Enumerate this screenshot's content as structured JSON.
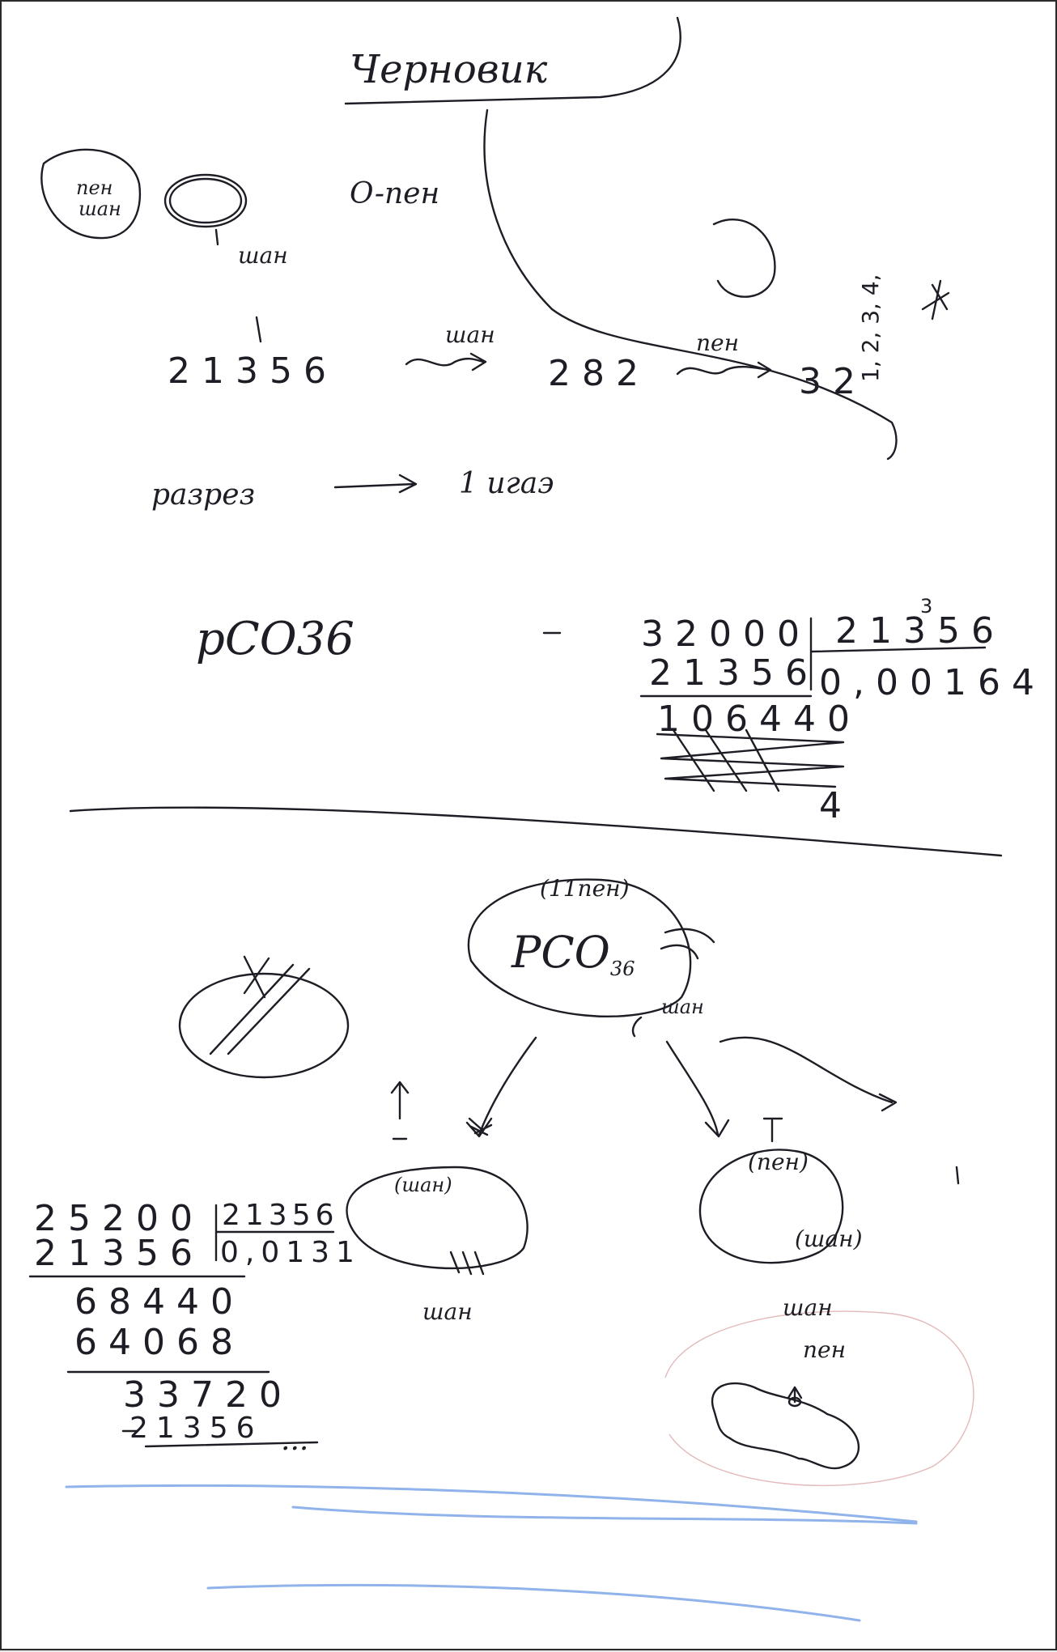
{
  "heading": "Черновик",
  "top": {
    "circle_label_1": "пен",
    "circle_label_2": "шан",
    "arrow_label": "шан",
    "o_pen": "O-пен",
    "sequence": {
      "n1": "21356",
      "arrow1_label": "шан",
      "n2": "282",
      "arrow2_label": "пен",
      "n3": "32"
    },
    "side_list": "1, 2, 3, 4,",
    "razrez": "разрез",
    "razrez_result": "1 игаэ",
    "pco36": "pCO36",
    "division_1": {
      "dividend": "32000",
      "divisor": "21356",
      "minuend": "21356",
      "quotient": "0,00164",
      "remainder": "106440",
      "tail_digit": "4",
      "superscript": "3"
    }
  },
  "bottom": {
    "center_circle": {
      "formula_main": "PCO",
      "formula_sub": "36",
      "top_label": "(11пен)",
      "side_label": "шан"
    },
    "left_child": {
      "top_label": "(шан)",
      "below_label": "шан"
    },
    "right_child": {
      "top_label": "(пен)",
      "bottom_label": "(шан)"
    },
    "bottom_right": {
      "label_1": "шан",
      "label_2": "пен"
    },
    "division_2": {
      "dividend": "25200",
      "divisor": "21356",
      "minuend": "21356",
      "quotient": "0,0131",
      "step1": "68440",
      "step2": "64068",
      "step3": "33720",
      "step4": "21356",
      "trail": "..."
    }
  }
}
